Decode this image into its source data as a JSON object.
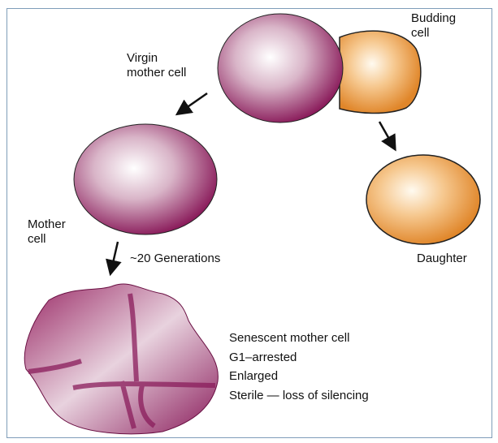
{
  "labels": {
    "budding_cell": [
      "Budding",
      "cell"
    ],
    "virgin_mother_cell": [
      "Virgin",
      "mother cell"
    ],
    "mother_cell": [
      "Mother",
      "cell"
    ],
    "generations": "~20 Generations",
    "daughter": "Daughter",
    "senescent": [
      "Senescent mother cell",
      "G1–arrested",
      "Enlarged",
      "Sterile — loss of silencing"
    ]
  },
  "colors": {
    "mother": "#8e1f5f",
    "daughter": "#e8912e",
    "frame": "#7f9db9"
  }
}
